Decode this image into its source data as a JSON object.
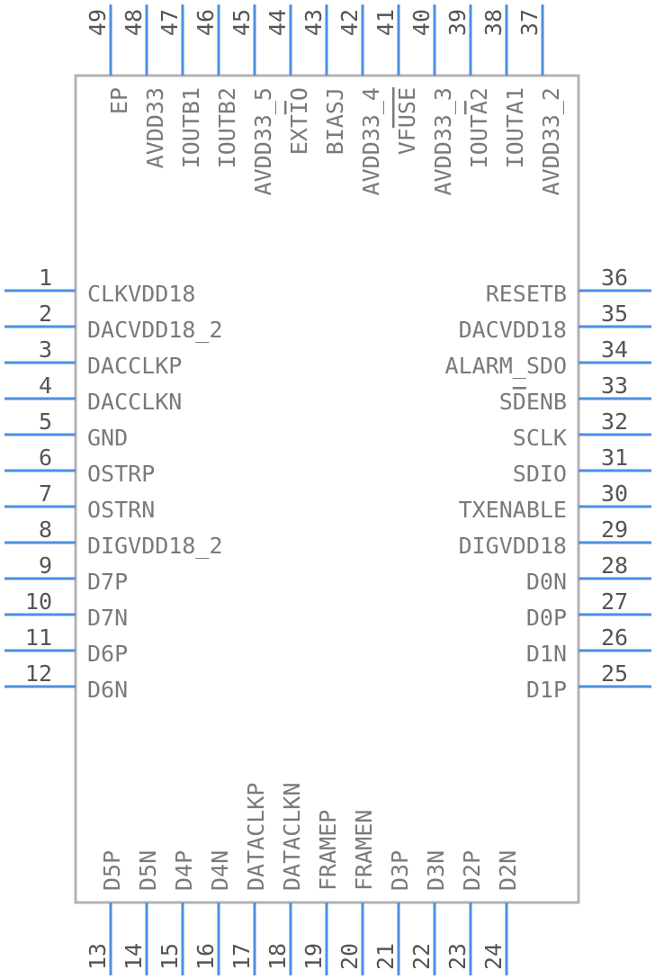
{
  "colors": {
    "pin": "#4a90e2",
    "outline": "#b3b3b3",
    "pin_text": "#555555",
    "label_text": "#7a7a7a",
    "background": "#ffffff"
  },
  "left_pins": [
    {
      "number": "1",
      "name": "CLKVDD18"
    },
    {
      "number": "2",
      "name": "DACVDD18_2"
    },
    {
      "number": "3",
      "name": "DACCLKP"
    },
    {
      "number": "4",
      "name": "DACCLKN"
    },
    {
      "number": "5",
      "name": "GND"
    },
    {
      "number": "6",
      "name": "OSTRP"
    },
    {
      "number": "7",
      "name": "OSTRN"
    },
    {
      "number": "8",
      "name": "DIGVDD18_2"
    },
    {
      "number": "9",
      "name": "D7P"
    },
    {
      "number": "10",
      "name": "D7N"
    },
    {
      "number": "11",
      "name": "D6P"
    },
    {
      "number": "12",
      "name": "D6N"
    }
  ],
  "bottom_pins": [
    {
      "number": "13",
      "name": "D5P"
    },
    {
      "number": "14",
      "name": "D5N"
    },
    {
      "number": "15",
      "name": "D4P"
    },
    {
      "number": "16",
      "name": "D4N"
    },
    {
      "number": "17",
      "name": "DATACLKP"
    },
    {
      "number": "18",
      "name": "DATACLKN"
    },
    {
      "number": "19",
      "name": "FRAMEP"
    },
    {
      "number": "20",
      "name": "FRAMEN"
    },
    {
      "number": "21",
      "name": "D3P"
    },
    {
      "number": "22",
      "name": "D3N"
    },
    {
      "number": "23",
      "name": "D2P"
    },
    {
      "number": "24",
      "name": "D2N"
    }
  ],
  "right_pins": [
    {
      "number": "25",
      "name": "D1P"
    },
    {
      "number": "26",
      "name": "D1N"
    },
    {
      "number": "27",
      "name": "D0P"
    },
    {
      "number": "28",
      "name": "D0N"
    },
    {
      "number": "29",
      "name": "DIGVDD18"
    },
    {
      "number": "30",
      "name": "TXENABLE"
    },
    {
      "number": "31",
      "name": "SDIO"
    },
    {
      "number": "32",
      "name": "SCLK"
    },
    {
      "number": "33",
      "name": "SDENB"
    },
    {
      "number": "34",
      "name": "ALARM_SDO"
    },
    {
      "number": "35",
      "name": "DACVDD18"
    },
    {
      "number": "36",
      "name": "RESETB"
    }
  ],
  "top_pins": [
    {
      "number": "37",
      "name": "AVDD33_2"
    },
    {
      "number": "38",
      "name": "IOUTA1"
    },
    {
      "number": "39",
      "name": "IOUTA2"
    },
    {
      "number": "40",
      "name": "AVDD33_3"
    },
    {
      "number": "41",
      "name": "VFUSE"
    },
    {
      "number": "42",
      "name": "AVDD33_4"
    },
    {
      "number": "43",
      "name": "BIASJ"
    },
    {
      "number": "44",
      "name": "EXTIO"
    },
    {
      "number": "45",
      "name": "AVDD33_5"
    },
    {
      "number": "46",
      "name": "IOUTB2"
    },
    {
      "number": "47",
      "name": "IOUTB1"
    },
    {
      "number": "48",
      "name": "AVDD33"
    },
    {
      "number": "49",
      "name": "EP"
    }
  ],
  "overbars": {
    "SDENB": [
      1,
      1
    ],
    "EXTIO": [
      3,
      3
    ],
    "VFUSE": [
      2,
      4
    ],
    "IOUTA2": [
      4,
      4
    ]
  }
}
